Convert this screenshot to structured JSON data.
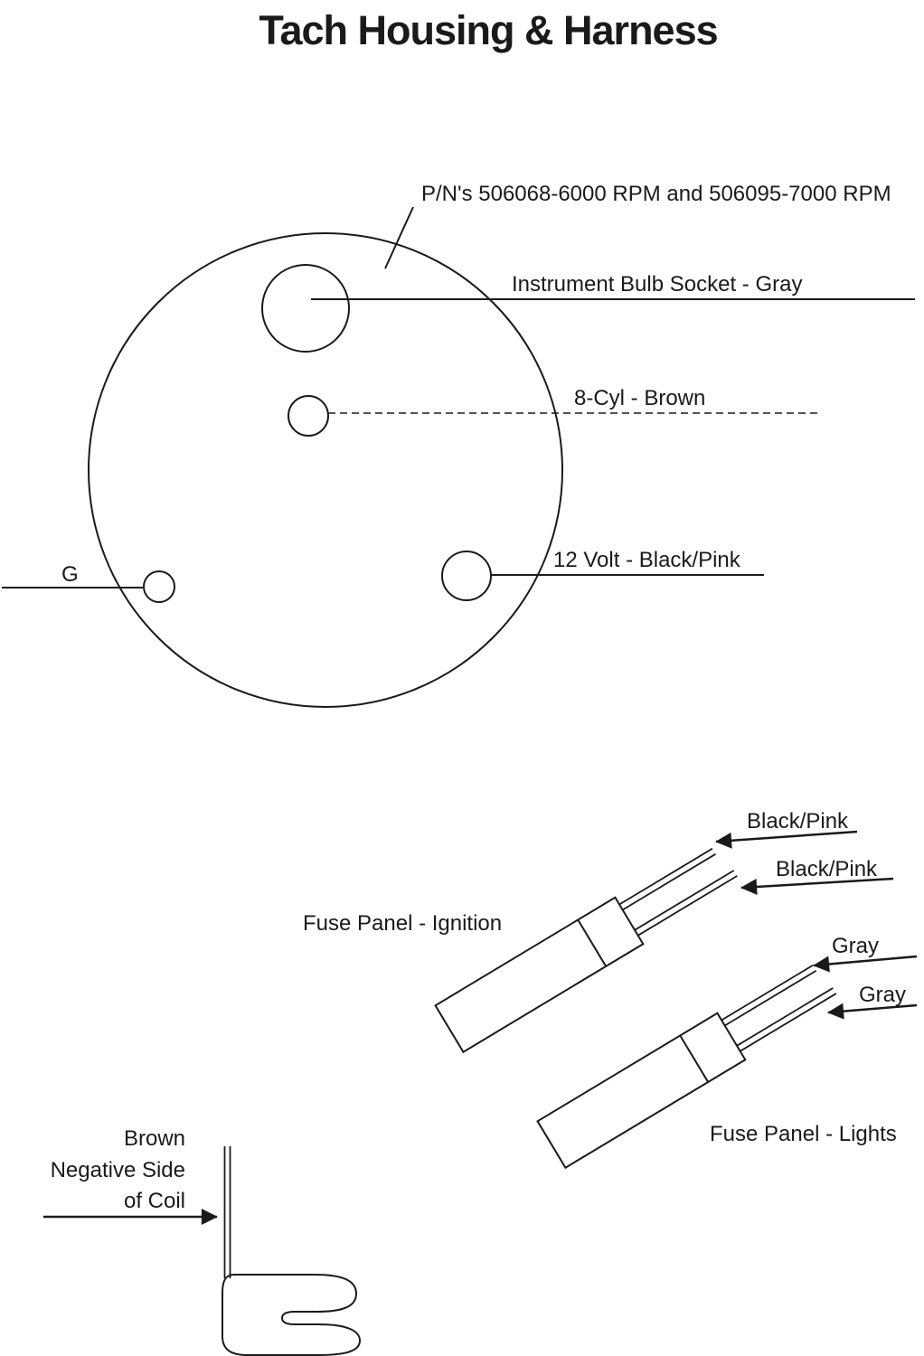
{
  "page": {
    "title": "Tach Housing & Harness",
    "ink_color": "#1a1a1a",
    "background_color": "#ffffff"
  },
  "housing": {
    "part_numbers_label": "P/N's 506068-6000 RPM and 506095-7000 RPM",
    "sockets": [
      {
        "label": "Instrument Bulb Socket - Gray"
      },
      {
        "label": "8-Cyl - Brown"
      },
      {
        "label": "12 Volt - Black/Pink"
      },
      {
        "label": "G"
      }
    ]
  },
  "harness": {
    "connectors": [
      {
        "label": "Fuse Panel - Ignition",
        "wires": [
          {
            "label": "Black/Pink"
          },
          {
            "label": "Black/Pink"
          }
        ]
      },
      {
        "label": "Fuse Panel - Lights",
        "wires": [
          {
            "label": "Gray"
          },
          {
            "label": "Gray"
          }
        ]
      }
    ],
    "coil_note": {
      "line1": "Brown",
      "line2": "Negative Side",
      "line3": "of Coil"
    }
  }
}
